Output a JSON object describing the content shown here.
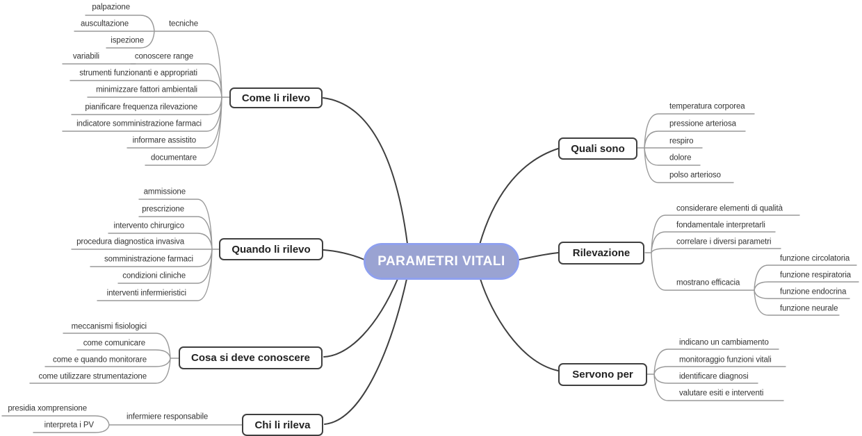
{
  "root": {
    "label": "PARAMETRI VITALI"
  },
  "colors": {
    "background": "#ffffff",
    "branch_line": "#3f3f3f",
    "leaf_line": "#999999",
    "box_border": "#3f3f3f",
    "box_fill": "#ffffff",
    "box_text": "#222222",
    "leaf_text": "#333333",
    "root_fill": "#9aa3d2",
    "root_border": "#8fa0ee",
    "root_text": "#ffffff"
  },
  "branches": [
    {
      "label": "Come li rilevo",
      "children": [
        {
          "label": "tecniche",
          "children": [
            {
              "label": "palpazione"
            },
            {
              "label": "auscultazione"
            },
            {
              "label": "ispezione"
            }
          ]
        },
        {
          "label": "conoscere range",
          "children": [
            {
              "label": "variabili"
            }
          ]
        },
        {
          "label": "strumenti funzionanti e appropriati"
        },
        {
          "label": "minimizzare fattori ambientali"
        },
        {
          "label": "pianificare frequenza rilevazione"
        },
        {
          "label": "indicatore somministrazione farmaci"
        },
        {
          "label": "informare assistito"
        },
        {
          "label": "documentare"
        }
      ]
    },
    {
      "label": "Quando li rilevo",
      "children": [
        {
          "label": "ammissione"
        },
        {
          "label": "prescrizione"
        },
        {
          "label": "intervento chirurgico"
        },
        {
          "label": "procedura diagnostica invasiva"
        },
        {
          "label": "somministrazione farmaci"
        },
        {
          "label": "condizioni cliniche"
        },
        {
          "label": "interventi infermieristici"
        }
      ]
    },
    {
      "label": "Cosa si deve conoscere",
      "children": [
        {
          "label": "meccanismi fisiologici"
        },
        {
          "label": "come comunicare"
        },
        {
          "label": "come e quando monitorare"
        },
        {
          "label": "come utilizzare strumentazione"
        }
      ]
    },
    {
      "label": "Chi li rileva",
      "children": [
        {
          "label": "infermiere responsabile",
          "children": [
            {
              "label": "presidia xomprensione"
            },
            {
              "label": "interpreta i PV"
            }
          ]
        }
      ]
    },
    {
      "label": "Quali sono",
      "children": [
        {
          "label": "temperatura corporea"
        },
        {
          "label": "pressione arteriosa"
        },
        {
          "label": "respiro"
        },
        {
          "label": "dolore"
        },
        {
          "label": "polso arterioso"
        }
      ]
    },
    {
      "label": "Rilevazione",
      "children": [
        {
          "label": "considerare elementi di qualità"
        },
        {
          "label": "fondamentale interpretarli"
        },
        {
          "label": "correlare i diversi parametri"
        },
        {
          "label": "mostrano efficacia",
          "children": [
            {
              "label": "funzione circolatoria"
            },
            {
              "label": "funzione respiratoria"
            },
            {
              "label": "funzione endocrina"
            },
            {
              "label": "funzione neurale"
            }
          ]
        }
      ]
    },
    {
      "label": "Servono per",
      "children": [
        {
          "label": "indicano un cambiamento"
        },
        {
          "label": "monitoraggio funzioni vitali"
        },
        {
          "label": "identificare diagnosi"
        },
        {
          "label": "valutare esiti e interventi"
        }
      ]
    }
  ]
}
